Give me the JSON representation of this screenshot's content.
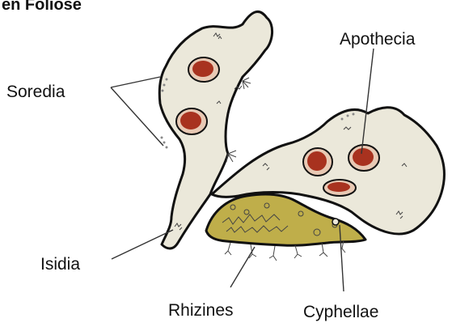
{
  "title": "en Foliose",
  "labels": {
    "soredia": "Soredia",
    "apothecia": "Apothecia",
    "isidia": "Isidia",
    "rhizines": "Rhizines",
    "cyphellae": "Cyphellae"
  },
  "colors": {
    "thallus": "#ebe8da",
    "cross_section": "#bfae4a",
    "apothecia_rim": "#e8c9b4",
    "apothecia_disc": "#a8321f",
    "outline": "#111111"
  }
}
